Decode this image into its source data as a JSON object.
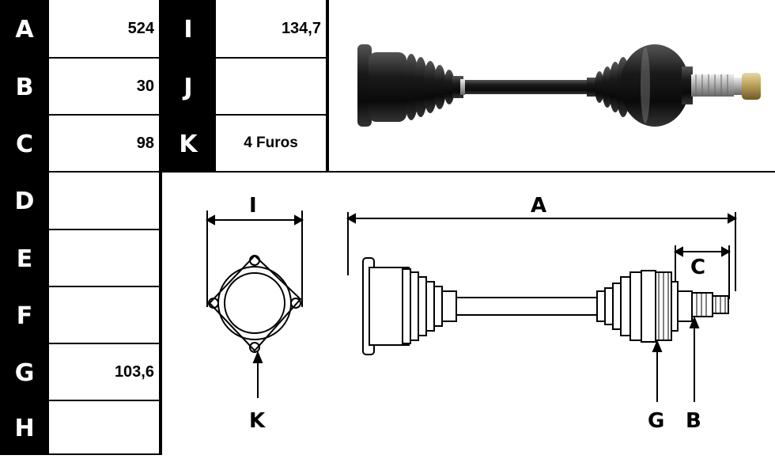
{
  "left_table": [
    {
      "letter": "A",
      "value": "524"
    },
    {
      "letter": "B",
      "value": "30"
    },
    {
      "letter": "C",
      "value": "98"
    },
    {
      "letter": "D",
      "value": ""
    },
    {
      "letter": "E",
      "value": ""
    },
    {
      "letter": "F",
      "value": ""
    },
    {
      "letter": "G",
      "value": "103,6"
    },
    {
      "letter": "H",
      "value": ""
    }
  ],
  "right_table": [
    {
      "letter": "I",
      "value": "134,7"
    },
    {
      "letter": "J",
      "value": ""
    },
    {
      "letter": "K",
      "value": "4 Furos"
    }
  ],
  "drawing_labels": {
    "I": "I",
    "A": "A",
    "C": "C",
    "K": "K",
    "G": "G",
    "B": "B"
  }
}
